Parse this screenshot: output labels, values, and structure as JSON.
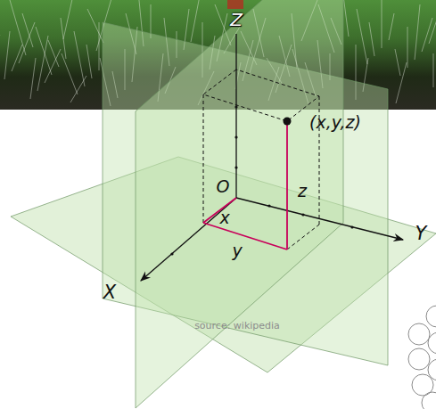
{
  "diagram": {
    "labels": [
      "Z",
      "(x,y,z)",
      "O",
      "z",
      "x",
      "y",
      "Y",
      "X",
      "source: wikipedia"
    ]
  }
}
